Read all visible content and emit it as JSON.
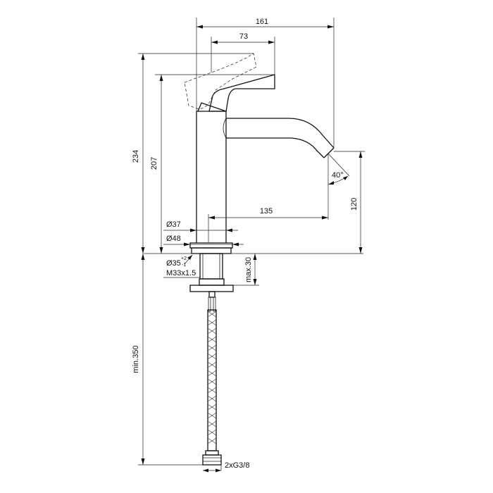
{
  "dimensions": {
    "total_width": "161",
    "handle_offset": "73",
    "total_height": "234",
    "spout_height": "207",
    "spout_angle": "40°",
    "spout_reach": "135",
    "outlet_height": "120",
    "body_diameter": "Ø37",
    "base_diameter": "Ø48",
    "hole_diameter": "Ø35",
    "hole_tolerance_plus": "+2",
    "hole_tolerance_minus": "-1",
    "thread": "M33x1.5",
    "max_deck_thickness": "max.30",
    "hose_length": "min.350",
    "hose_connection": "2xG3/8"
  }
}
